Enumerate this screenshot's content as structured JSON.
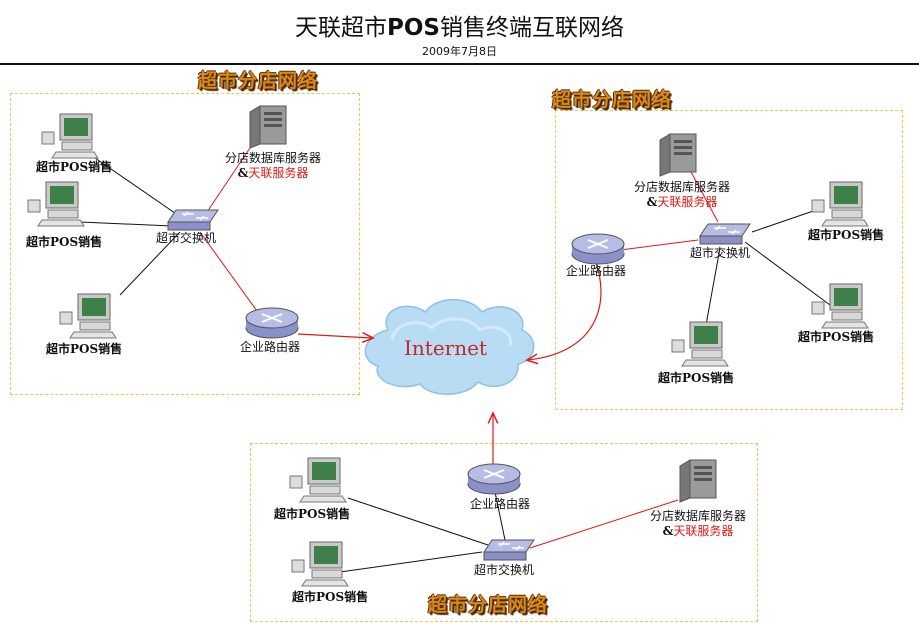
{
  "header": {
    "title_prefix": "天联超市",
    "title_bold": "POS",
    "title_suffix": "销售终端互联网络",
    "date": "2009年7月8日"
  },
  "zones": {
    "store_a": "超市分店网络",
    "store_b": "超市分店网络",
    "store_c": "超市分店网络"
  },
  "labels": {
    "pos": "超市POS销售",
    "switch": "超市交换机",
    "router": "企业路由器",
    "db_server": "分店数据库服务器",
    "ampersand": "&",
    "tianlian_server": "天联服务器",
    "internet": "Internet"
  },
  "colors": {
    "link_black": "#111111",
    "link_red": "#e01818",
    "zone_border": "#f0c45a",
    "zone_title": "#d98b1a",
    "cloud": "#b8dcf4",
    "internet_text": "#c0282a"
  }
}
